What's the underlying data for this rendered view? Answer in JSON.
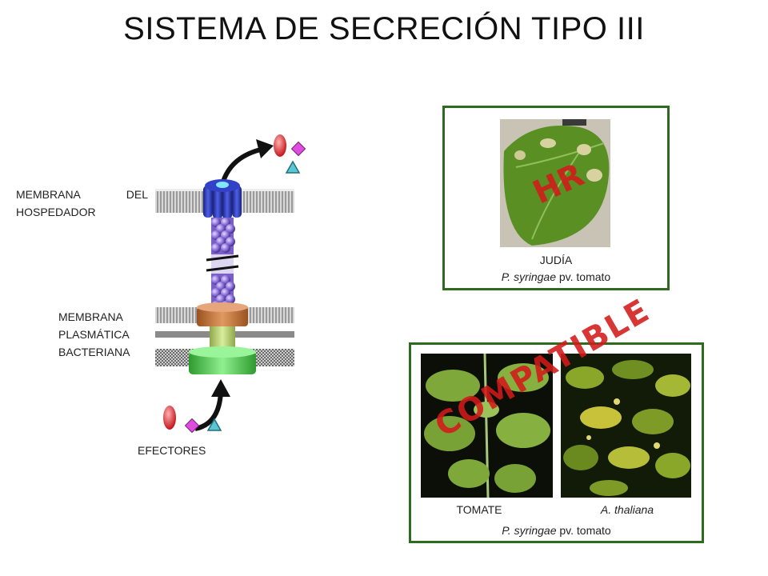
{
  "title": "SISTEMA DE SECRECIÓN TIPO III",
  "labels": {
    "host_membrane_line1": "MEMBRANA",
    "host_membrane_line1b": "DEL",
    "host_membrane_line2": "HOSPEDADOR",
    "bacterial_membrane": [
      "MEMBRANA",
      "PLASMÁTICA",
      "BACTERIANA"
    ],
    "effectors": "EFECTORES"
  },
  "panel_hr": {
    "stamp": "HR",
    "host": "JUDÍA",
    "pathogen_italic": "P. syringae",
    "pathogen_rest": " pv. tomato"
  },
  "panel_compatible": {
    "stamp": "COMPATIBLE",
    "left_host": "TOMATE",
    "right_host": "A. thaliana",
    "pathogen_italic": "P. syringae",
    "pathogen_rest": " pv. tomato"
  },
  "colors": {
    "frame": "#2f6b1e",
    "stamp": "#d31a1a",
    "channel": "#2f3fd0",
    "needle": "#8a6fd6",
    "ring_orange": "#c9783b",
    "ring_green": "#5cc95c"
  }
}
